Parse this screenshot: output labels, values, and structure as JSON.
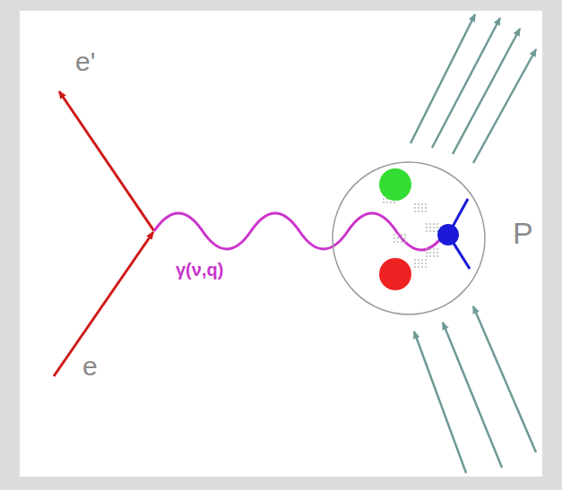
{
  "diagram": {
    "nodes": [
      {
        "text": [
          "P"
        ]
      }
    ],
    "labels": [
      "e'",
      "e",
      "γ(ν,q)"
    ]
  }
}
